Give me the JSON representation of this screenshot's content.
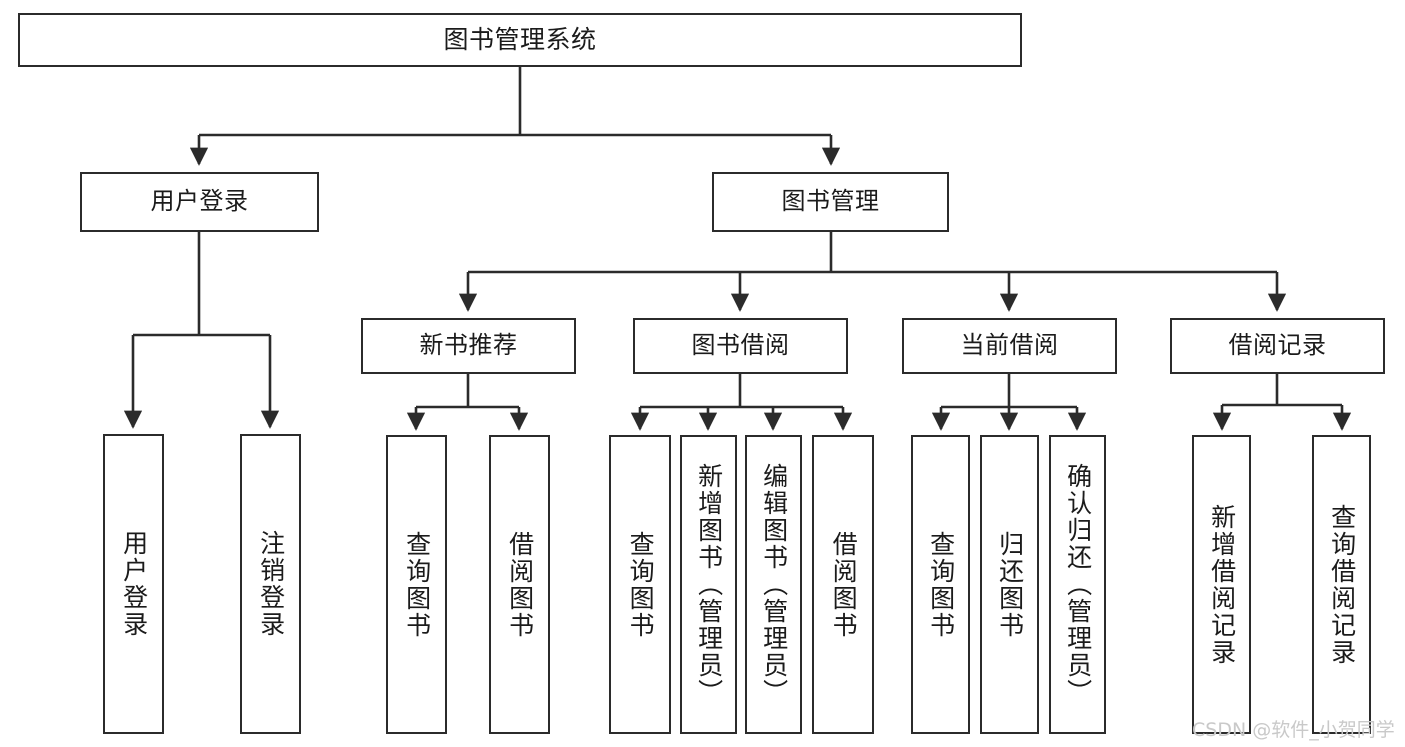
{
  "diagram": {
    "title": "图书管理系统",
    "type": "tree-hierarchy",
    "colors": {
      "box_border": "#2b2b2b",
      "box_fill": "#ffffff",
      "edge": "#2b2b2b",
      "text": "#1b1b1b",
      "watermark": "#c9c9c9",
      "background": "#ffffff"
    },
    "nodes": {
      "root": {
        "label": "图书管理系统"
      },
      "level2": [
        {
          "id": "user-login",
          "label": "用户登录"
        },
        {
          "id": "book-manage",
          "label": "图书管理"
        }
      ],
      "level3": [
        {
          "id": "new-book-recommend",
          "label": "新书推荐"
        },
        {
          "id": "book-borrow",
          "label": "图书借阅"
        },
        {
          "id": "current-borrow",
          "label": "当前借阅"
        },
        {
          "id": "borrow-record",
          "label": "借阅记录"
        }
      ],
      "leaves": {
        "user_login": [
          {
            "id": "leaf-user-login",
            "label": "用户登录"
          },
          {
            "id": "leaf-user-logout",
            "label": "注销登录"
          }
        ],
        "new_book_recommend": [
          {
            "id": "leaf-query-book-1",
            "label": "查询图书"
          },
          {
            "id": "leaf-borrow-book-1",
            "label": "借阅图书"
          }
        ],
        "book_borrow": [
          {
            "id": "leaf-query-book-2",
            "label": "查询图书"
          },
          {
            "id": "leaf-add-book",
            "label": "新增图书（管理员）"
          },
          {
            "id": "leaf-edit-book",
            "label": "编辑图书（管理员）"
          },
          {
            "id": "leaf-borrow-book-2",
            "label": "借阅图书"
          }
        ],
        "current_borrow": [
          {
            "id": "leaf-query-book-3",
            "label": "查询图书"
          },
          {
            "id": "leaf-return-book",
            "label": "归还图书"
          },
          {
            "id": "leaf-confirm-return",
            "label": "确认归还（管理员）"
          }
        ],
        "borrow_record": [
          {
            "id": "leaf-add-record",
            "label": "新增借阅记录"
          },
          {
            "id": "leaf-query-record",
            "label": "查询借阅记录"
          }
        ]
      }
    },
    "watermark": "CSDN @软件_小贺同学"
  }
}
